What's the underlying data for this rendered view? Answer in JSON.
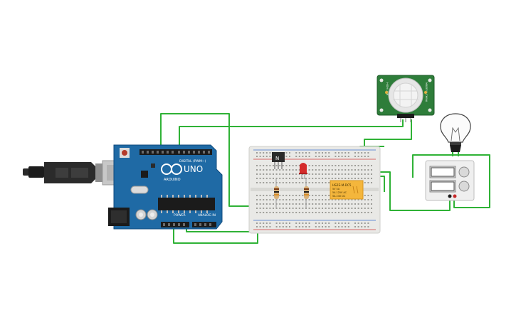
{
  "arduino": {
    "logo": "UNO",
    "brand": "ARDUINO",
    "digital_label": "DIGITAL (PWM~)",
    "power_label": "POWER",
    "analog_label": "ANALOG IN"
  },
  "pir": {
    "text_left": "HIGH LOW",
    "text_right": "MADE IN CHINA"
  },
  "relay": {
    "title": "HS2E-M-DC5",
    "line1": "5V 5A",
    "line2": "5A 125V AC",
    "line3": "5A 24V DC"
  },
  "transistor": {
    "label": "N"
  },
  "colors": {
    "wire": "#2fb236",
    "arduino_board": "#1f6aa5",
    "pir_board": "#2e7d3a",
    "relay_body": "#f4b63c",
    "led": "#d42b2b",
    "breadboard": "#e9e9e6"
  },
  "icons": [
    "usb-cable-icon",
    "light-bulb-icon",
    "power-supply-icon"
  ]
}
